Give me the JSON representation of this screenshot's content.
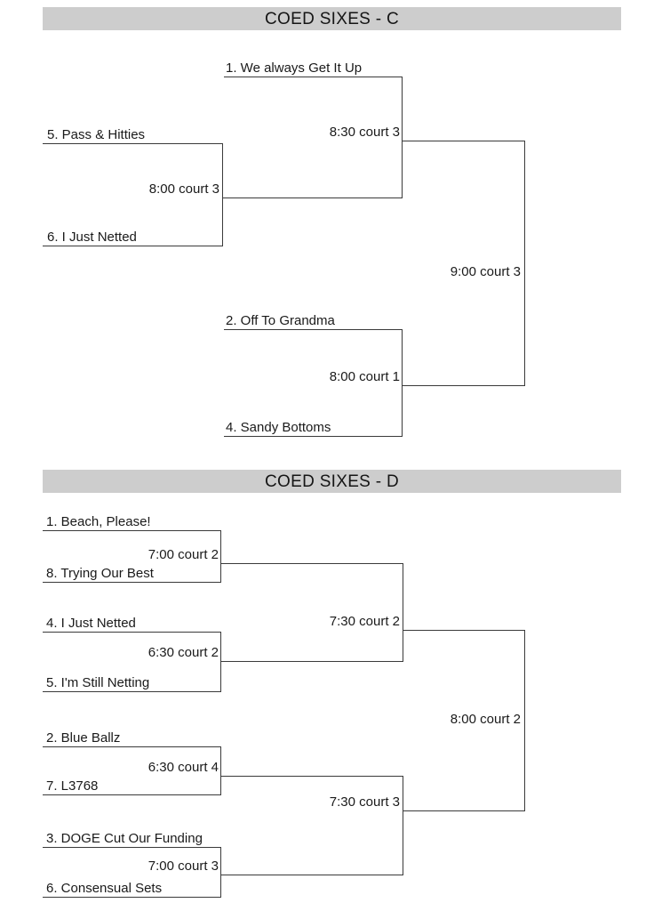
{
  "styles": {
    "header_bg": "#cdcdcd",
    "line_color": "#3a3a3a",
    "text_color": "#1a1a1a"
  },
  "bracket_c": {
    "title": "COED SIXES - C",
    "teams": {
      "seed1": "1. We always Get It Up",
      "seed5": "5. Pass & Hitties",
      "seed6": "6. I Just Netted",
      "seed2": "2. Off To Grandma",
      "seed4": "4. Sandy Bottoms"
    },
    "games": {
      "g56_time": "8:00 court 3",
      "sf_top_time": "8:30 court 3",
      "g24_time": "8:00 court 1",
      "final_time": "9:00 court 3"
    }
  },
  "bracket_d": {
    "title": "COED SIXES - D",
    "teams": {
      "seed1": "1. Beach, Please!",
      "seed8": "8. Trying Our Best",
      "seed4": "4. I Just Netted",
      "seed5": "5. I'm Still Netting",
      "seed2": "2. Blue Ballz",
      "seed7": "7. L3768",
      "seed3": "3. DOGE Cut Our Funding",
      "seed6": "6. Consensual Sets"
    },
    "games": {
      "g18_time": "7:00 court 2",
      "g45_time": "6:30 court 2",
      "sf1_time": "7:30 court 2",
      "g27_time": "6:30 court 4",
      "g36_time": "7:00 court 3",
      "sf2_time": "7:30 court 3",
      "final_time": "8:00 court 2"
    }
  }
}
